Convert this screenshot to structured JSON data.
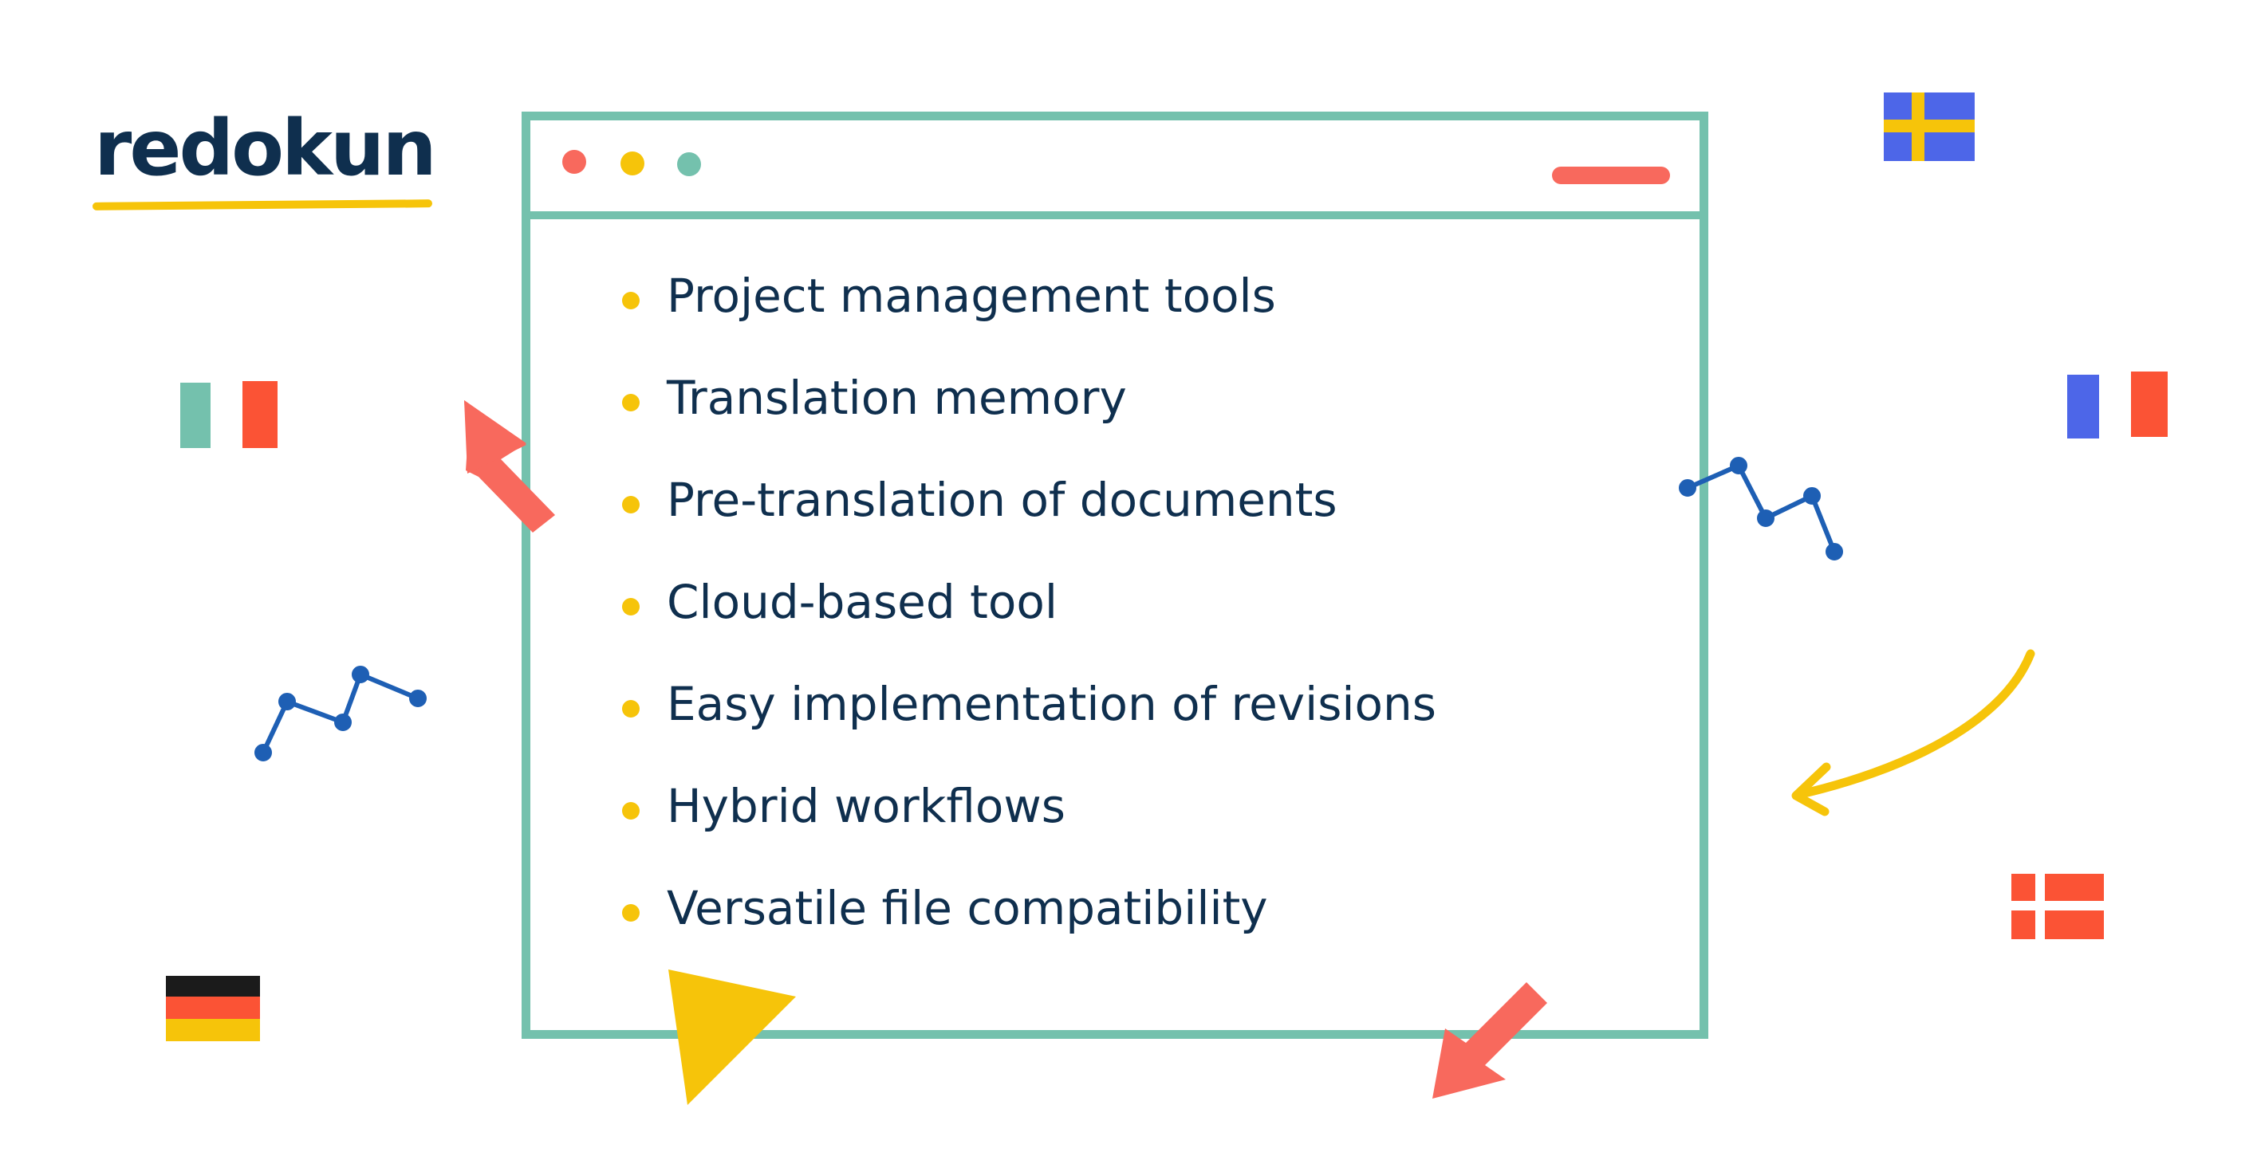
{
  "brand": {
    "name": "redokun"
  },
  "window": {
    "controls": [
      "close",
      "minimize",
      "maximize"
    ]
  },
  "features": [
    "Project management tools",
    "Translation memory",
    "Pre-translation of documents",
    "Cloud-based tool",
    "Easy implementation of revisions",
    "Hybrid workflows",
    "Versatile file compatibility"
  ],
  "decorations": {
    "flags": [
      "sweden-flag-icon",
      "italy-flag-icon",
      "france-flag-icon",
      "germany-flag-icon",
      "denmark-flag-icon"
    ],
    "arrows": [
      "arrow-up-left-icon",
      "curved-arrow-icon",
      "arrow-down-left-icon",
      "play-triangle-icon"
    ],
    "squiggles": [
      "squiggle-line-icon"
    ]
  },
  "colors": {
    "navy": "#0f2f4e",
    "teal": "#74c1ad",
    "coral": "#f8695d",
    "yellow": "#f6c40a",
    "blue": "#1e5fb4",
    "flag_blue": "#4d66e8"
  }
}
